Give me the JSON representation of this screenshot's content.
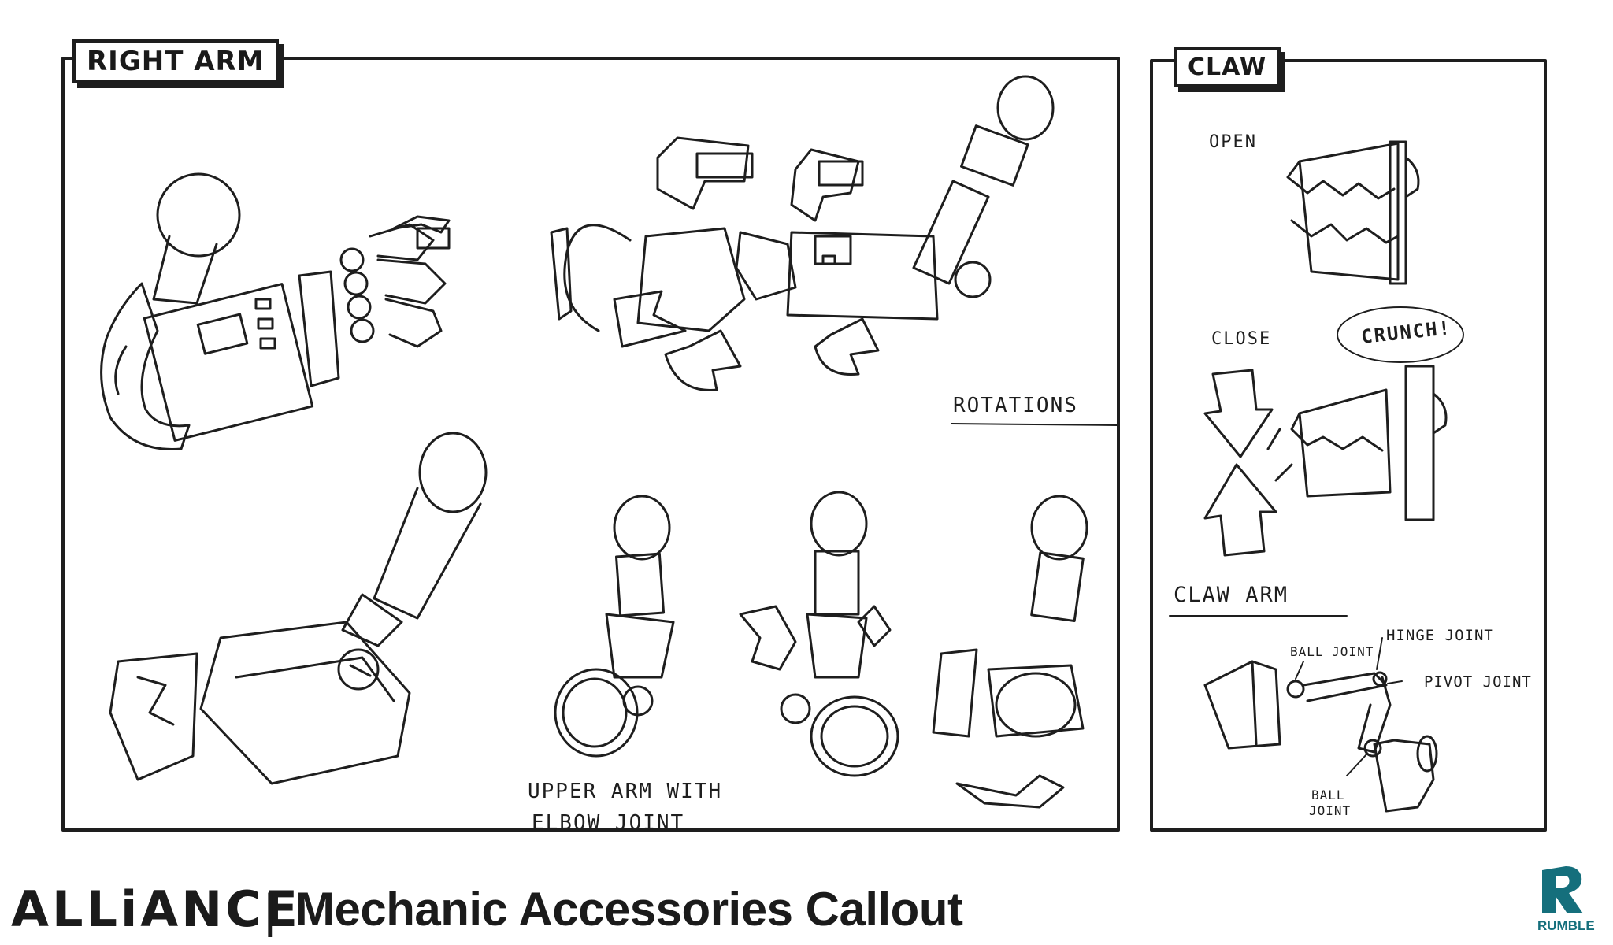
{
  "right_arm": {
    "title": "RIGHT ARM",
    "rotations_label": "ROTATIONS",
    "elbow_note_line1": "UPPER ARM WITH",
    "elbow_note_line2": "ELBOW JOINT"
  },
  "claw": {
    "title": "CLAW",
    "open_label": "OPEN",
    "close_label": "CLOSE",
    "crunch_label": "CRUNCH!",
    "claw_arm_label": "CLAW ARM",
    "ball_joint_top": "BALL JOINT",
    "hinge_joint": "HINGE JOINT",
    "pivot_joint": "PIVOT JOINT",
    "ball_joint_bottom_line1": "BALL",
    "ball_joint_bottom_line2": "JOINT"
  },
  "footer": {
    "brand": "ALLiANCE",
    "separator": "|",
    "title": "Mechanic Accessories Callout",
    "logo_text": "RUMBLE",
    "logo_mark": "R"
  },
  "colors": {
    "ink": "#1e1e1e",
    "paper": "#ffffff",
    "logo_teal": "#156f7c"
  }
}
